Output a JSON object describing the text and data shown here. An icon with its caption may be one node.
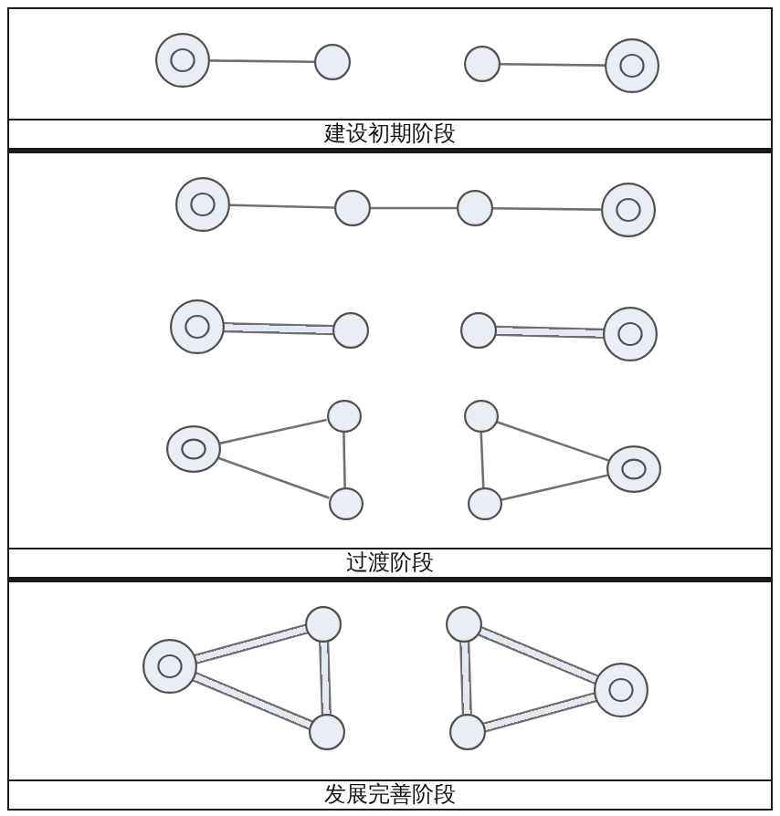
{
  "diagram": {
    "nodes": [
      {
        "text": [
          "建设初期阶段"
        ]
      },
      {
        "text": [],
        "shape": "ring",
        "in": 0
      },
      {
        "text": [],
        "shape": "circle",
        "in": 0
      },
      {
        "text": [],
        "shape": "circle",
        "in": 0
      },
      {
        "text": [],
        "shape": "ring",
        "in": 0
      },
      {
        "text": [
          "过渡阶段"
        ]
      },
      {
        "text": [],
        "shape": "ring",
        "in": 5
      },
      {
        "text": [],
        "shape": "circle",
        "in": 5
      },
      {
        "text": [],
        "shape": "circle",
        "in": 5
      },
      {
        "text": [],
        "shape": "ring",
        "in": 5
      },
      {
        "text": [],
        "shape": "ring",
        "in": 5
      },
      {
        "text": [],
        "shape": "circle",
        "in": 5
      },
      {
        "text": [],
        "shape": "circle",
        "in": 5
      },
      {
        "text": [],
        "shape": "ring",
        "in": 5
      },
      {
        "text": [],
        "shape": "ring",
        "in": 5
      },
      {
        "text": [],
        "shape": "circle",
        "in": 5
      },
      {
        "text": [],
        "shape": "circle",
        "in": 5
      },
      {
        "text": [],
        "shape": "circle",
        "in": 5
      },
      {
        "text": [],
        "shape": "circle",
        "in": 5
      },
      {
        "text": [],
        "shape": "ring",
        "in": 5
      },
      {
        "text": [
          "发展完善阶段"
        ]
      },
      {
        "text": [],
        "shape": "ring",
        "in": 20
      },
      {
        "text": [],
        "shape": "circle",
        "in": 20
      },
      {
        "text": [],
        "shape": "circle",
        "in": 20
      },
      {
        "text": [],
        "shape": "circle",
        "in": 20
      },
      {
        "text": [],
        "shape": "circle",
        "in": 20
      },
      {
        "text": [],
        "shape": "ring",
        "in": 20
      }
    ],
    "edges": [
      {
        "from": 1,
        "to": 2,
        "arrow": "none"
      },
      {
        "from": 3,
        "to": 4,
        "arrow": "none"
      },
      {
        "from": 6,
        "to": 7,
        "arrow": "none"
      },
      {
        "from": 7,
        "to": 8,
        "arrow": "none"
      },
      {
        "from": 8,
        "to": 9,
        "arrow": "none"
      },
      {
        "from": 10,
        "to": 11,
        "arrow": "none",
        "style": "thick"
      },
      {
        "from": 12,
        "to": 13,
        "arrow": "none",
        "style": "thick"
      },
      {
        "from": 14,
        "to": 15,
        "arrow": "none"
      },
      {
        "from": 14,
        "to": 16,
        "arrow": "none"
      },
      {
        "from": 15,
        "to": 16,
        "arrow": "none"
      },
      {
        "from": 17,
        "to": 18,
        "arrow": "none"
      },
      {
        "from": 17,
        "to": 19,
        "arrow": "none"
      },
      {
        "from": 18,
        "to": 19,
        "arrow": "none"
      },
      {
        "from": 21,
        "to": 22,
        "arrow": "none",
        "style": "thick"
      },
      {
        "from": 21,
        "to": 23,
        "arrow": "none",
        "style": "thick"
      },
      {
        "from": 22,
        "to": 23,
        "arrow": "none",
        "style": "thick"
      },
      {
        "from": 24,
        "to": 25,
        "arrow": "none",
        "style": "thick"
      },
      {
        "from": 24,
        "to": 26,
        "arrow": "none",
        "style": "thick"
      },
      {
        "from": 25,
        "to": 26,
        "arrow": "none",
        "style": "thick"
      }
    ]
  }
}
